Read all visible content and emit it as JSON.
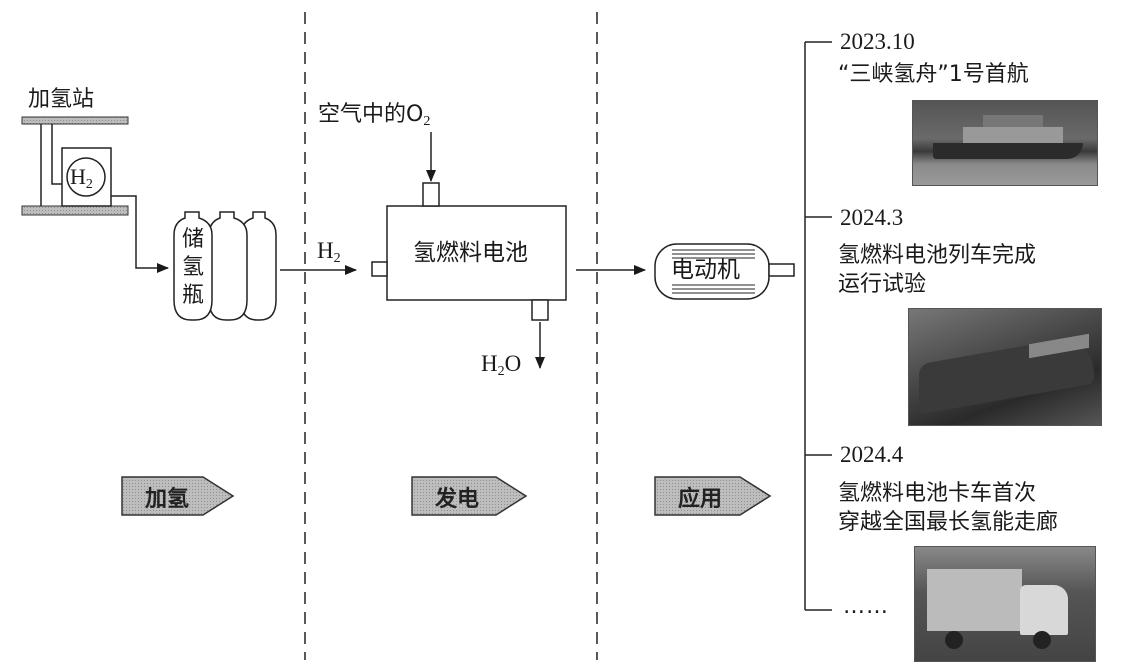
{
  "station": {
    "title": "加氢站",
    "tank_label": "H",
    "tank_sub": "2"
  },
  "bottles": {
    "label_chars": [
      "储",
      "氢",
      "瓶"
    ]
  },
  "flows": {
    "h2_label": "H",
    "h2_sub": "2",
    "o2_label_prefix": "空气中的O",
    "o2_sub": "2",
    "water_label_h": "H",
    "water_sub": "2",
    "water_label_o": "O"
  },
  "fuel_cell": {
    "label": "氢燃料电池"
  },
  "motor": {
    "label": "电动机"
  },
  "stages": [
    {
      "label": "加氢"
    },
    {
      "label": "发电"
    },
    {
      "label": "应用"
    }
  ],
  "timeline": {
    "events": [
      {
        "date": "2023.10",
        "lines": [
          "“三峡氢舟”1号首航"
        ],
        "photo": "ship-photo"
      },
      {
        "date": "2024.3",
        "lines": [
          "氢燃料电池列车完成",
          "运行试验"
        ],
        "photo": "train-photo"
      },
      {
        "date": "2024.4",
        "lines": [
          "氢燃料电池卡车首次",
          "穿越全国最长氢能走廊"
        ],
        "photo": "truck-photo"
      }
    ],
    "ellipsis": "……"
  },
  "colors": {
    "line": "#1a1a1a",
    "tag_fill": "#c8c8c8",
    "plate_fill": "#9a9a9a"
  }
}
